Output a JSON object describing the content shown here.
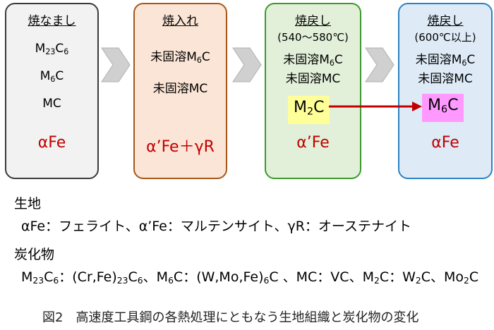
{
  "stages": [
    {
      "title": "焼なまし",
      "carbides": [
        "M23C6",
        "M6C",
        "MC"
      ],
      "phase": "αFe"
    },
    {
      "title": "焼入れ",
      "carbides": [
        "未固溶M6C",
        "未固溶MC"
      ],
      "phase": "α’Fe＋γR"
    },
    {
      "title": "焼戻し",
      "sub": "(540〜580℃)",
      "carbides": [
        "未固溶M6C",
        "未固溶MC"
      ],
      "highlight": "M2C",
      "phase": "α’Fe"
    },
    {
      "title": "焼戻し",
      "sub": "(600℃以上)",
      "carbides": [
        "未固溶M6C",
        "未固溶MC"
      ],
      "highlight": "M6C",
      "phase": "αFe"
    }
  ],
  "legend": {
    "matrix_heading": "生地",
    "matrix_text": "αFe：フェライト、α’Fe：マルテンサイト、γR：オーステナイト",
    "carbide_heading": "炭化物",
    "carbide_text": "M23C6：(Cr,Fe)23C6、M6C：(W,Mo,Fe)6C 、MC：VC、M2C：W2C、Mo2C"
  },
  "caption": "図2　高速度工具鋼の各熱処理にともなう生地組織と炭化物の変化",
  "colors": {
    "phase": "#c00000",
    "arrow": "#c00000",
    "highlight_m2c": "#ffff99",
    "highlight_m6c": "#ff99ff"
  }
}
